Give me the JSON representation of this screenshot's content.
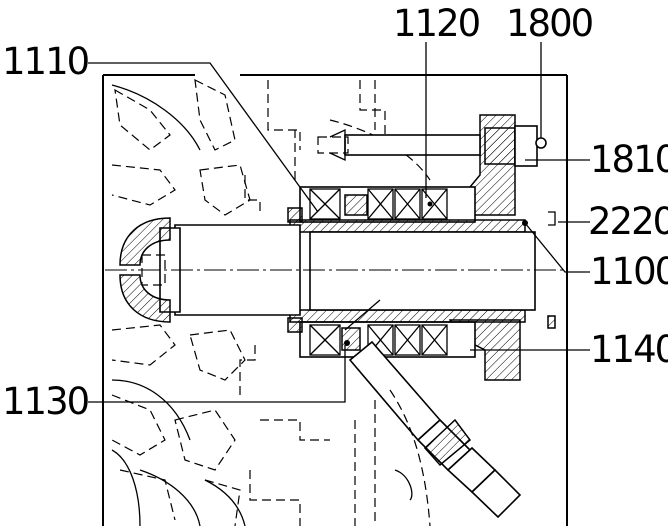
{
  "labels": {
    "l1110": "1110",
    "l1120": "1120",
    "l1800": "1800",
    "l1810": "1810",
    "l2220": "2220",
    "l1100": "1100",
    "l1140": "1140",
    "l1130": "1130"
  }
}
